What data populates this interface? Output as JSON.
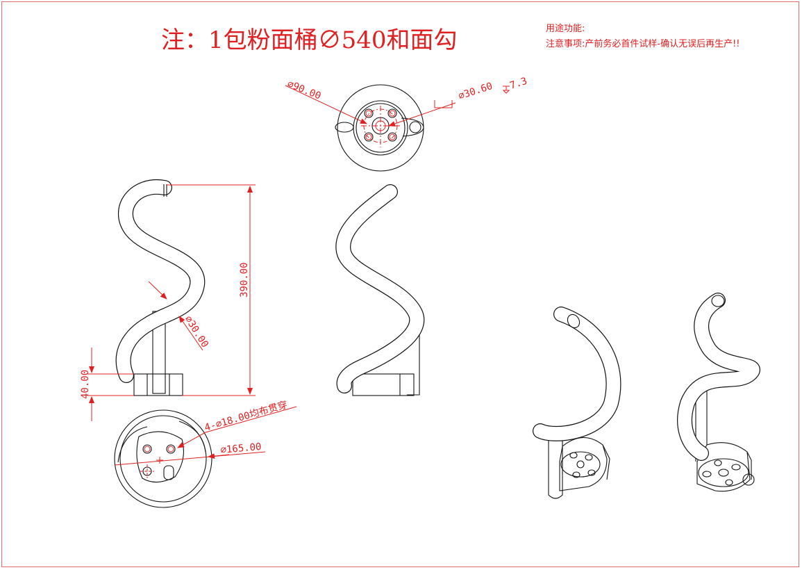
{
  "title": "注：1包粉面桶∅540和面勾",
  "notes": {
    "purpose": "用途功能:",
    "caution": "注意事项:产前务必首件试样-确认无误后再生产!!"
  },
  "dimensions": {
    "top_hole_dia": "∅90.00",
    "counterbore": "∅30.60",
    "counterbore_depth": "7.3",
    "height": "390.00",
    "tube_dia": "∅30.00",
    "base_height": "40.00",
    "bolt_holes": "4-∅18.00均布贯穿",
    "base_dia": "∅165.00"
  },
  "colors": {
    "annotation": "#e02020",
    "outline": "#111111",
    "border": "#e46a6a"
  }
}
